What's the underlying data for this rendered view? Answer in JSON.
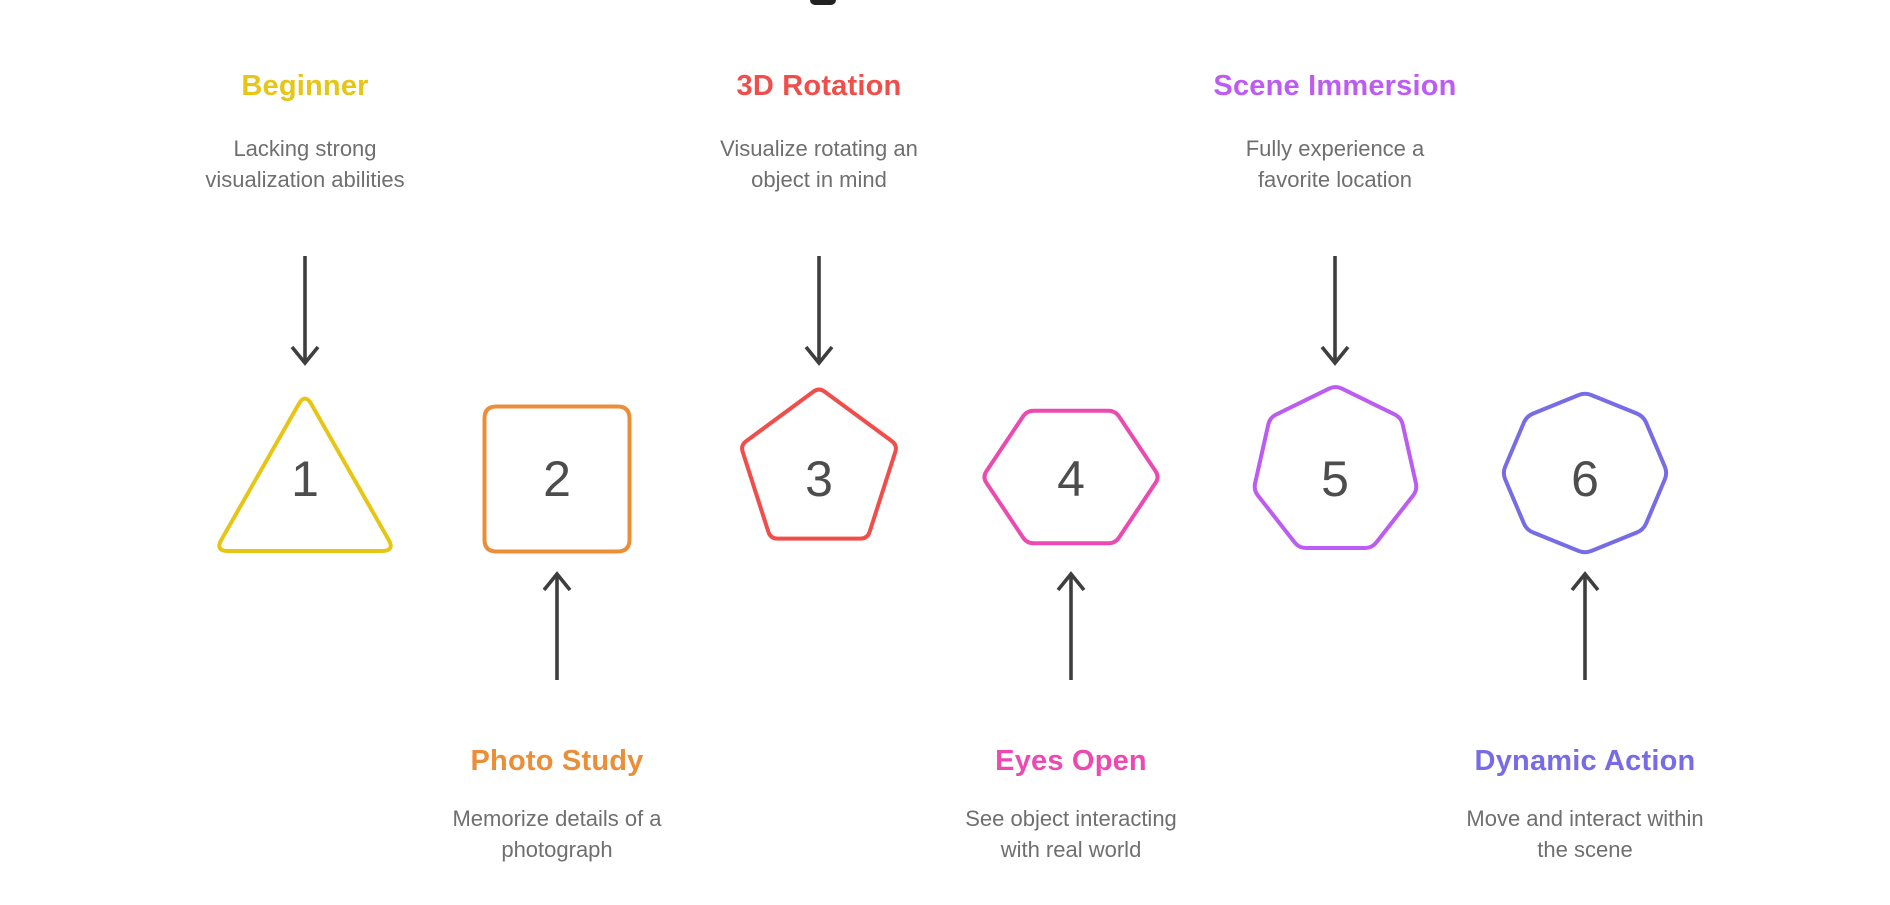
{
  "diagram": {
    "background": "#ffffff",
    "secondary_text_color": "#6F6F6F",
    "number_color": "#4D4D4D",
    "arrow_color": "#3E3E3E",
    "items": [
      {
        "number": "1",
        "shape": "triangle",
        "color": "#E7C514",
        "title": "Beginner",
        "desc_lines": [
          "Lacking strong",
          "visualization abilities"
        ],
        "label_position": "top",
        "arrow_direction": "down"
      },
      {
        "number": "2",
        "shape": "square",
        "color": "#EB8E38",
        "title": "Photo Study",
        "desc_lines": [
          "Memorize details of a",
          "photograph"
        ],
        "label_position": "bottom",
        "arrow_direction": "up"
      },
      {
        "number": "3",
        "shape": "pentagon",
        "color": "#F04E4B",
        "title": "3D Rotation",
        "desc_lines": [
          "Visualize rotating an",
          "object in mind"
        ],
        "label_position": "top",
        "arrow_direction": "down"
      },
      {
        "number": "4",
        "shape": "hexagon",
        "color": "#EC49B1",
        "title": "Eyes Open",
        "desc_lines": [
          "See object interacting",
          "with real world"
        ],
        "label_position": "bottom",
        "arrow_direction": "up"
      },
      {
        "number": "5",
        "shape": "heptagon",
        "color": "#BD5CF2",
        "title": "Scene Immersion",
        "desc_lines": [
          "Fully experience a",
          "favorite location"
        ],
        "label_position": "top",
        "arrow_direction": "down"
      },
      {
        "number": "6",
        "shape": "octagon",
        "color": "#776CE6",
        "title": "Dynamic Action",
        "desc_lines": [
          "Move and interact within",
          "the scene"
        ],
        "label_position": "bottom",
        "arrow_direction": "up"
      }
    ]
  }
}
